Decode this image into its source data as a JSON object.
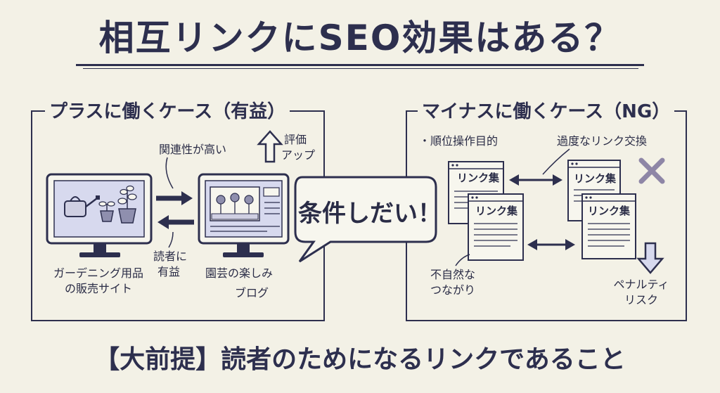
{
  "title": "相互リンクにSEO効果はある？",
  "left_panel": {
    "heading": "プラスに働くケース（有益）",
    "relevance": "関連性が高い",
    "rating_up_line1": "評価",
    "rating_up_line2": "アップ",
    "reader_benefit_line1": "読者に",
    "reader_benefit_line2": "有益",
    "site_a_line1": "ガーデニング用品",
    "site_a_line2": "の販売サイト",
    "site_b_line1": "園芸の楽しみ",
    "site_b_line2": "ブログ"
  },
  "bubble": {
    "text": "条件しだい！"
  },
  "right_panel": {
    "heading": "マイナスに働くケース（NG）",
    "purpose": "・順位操作目的",
    "excessive": "過度なリンク交換",
    "unnatural_line1": "不自然な",
    "unnatural_line2": "つながり",
    "penalty_line1": "ペナルティ",
    "penalty_line2": "リスク",
    "doc_labels": [
      "リンク集",
      "リンク集",
      "リンク集",
      "リンク集"
    ]
  },
  "bottom_text": "【大前提】読者のためになるリンクであること",
  "colors": {
    "ink": "#2d2f4e",
    "paper": "#f3f1e6",
    "screen": "#d7d9ee",
    "cross": "#8e86a6"
  }
}
